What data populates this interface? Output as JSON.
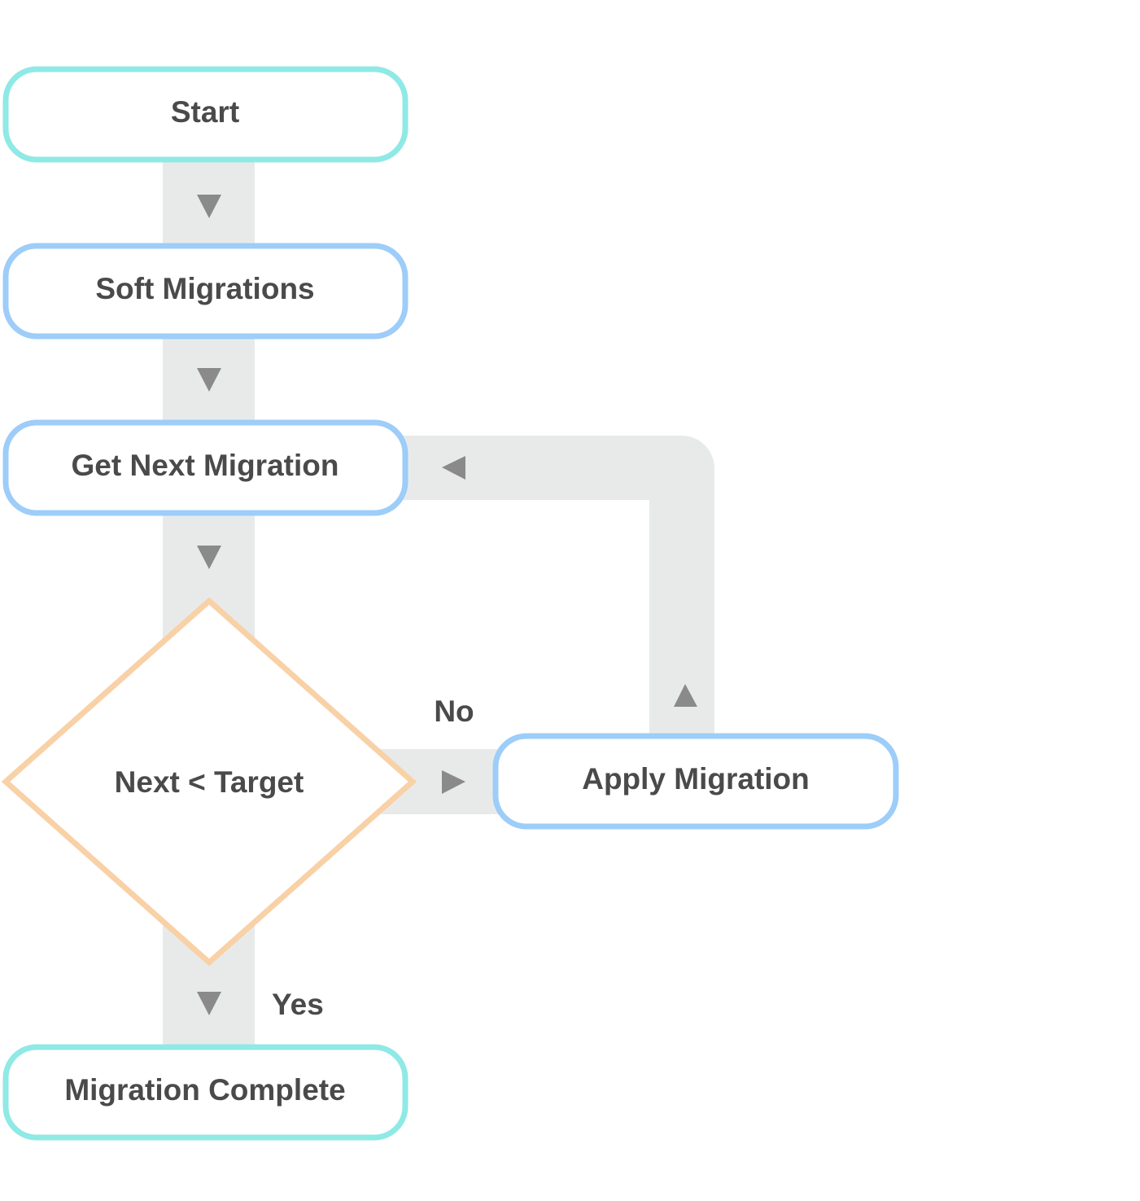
{
  "diagram": {
    "nodes": {
      "start": {
        "label": "Start",
        "kind": "terminal"
      },
      "soft_migrations": {
        "label": "Soft Migrations",
        "kind": "process"
      },
      "get_next_migration": {
        "label": "Get Next Migration",
        "kind": "process"
      },
      "decision": {
        "label": "Next < Target",
        "kind": "decision"
      },
      "apply_migration": {
        "label": "Apply Migration",
        "kind": "process"
      },
      "migration_complete": {
        "label": "Migration Complete",
        "kind": "terminal"
      }
    },
    "edges": {
      "no": {
        "from": "decision",
        "to": "apply_migration",
        "label": "No"
      },
      "yes": {
        "from": "decision",
        "to": "migration_complete",
        "label": "Yes"
      }
    },
    "colors": {
      "terminal": "#8FE9E5",
      "process": "#9DCDF8",
      "decision": "#F9D1A6",
      "connector": "#E8EAEA",
      "arrow": "#8A8A8A",
      "text": "#4A4A4A"
    }
  }
}
